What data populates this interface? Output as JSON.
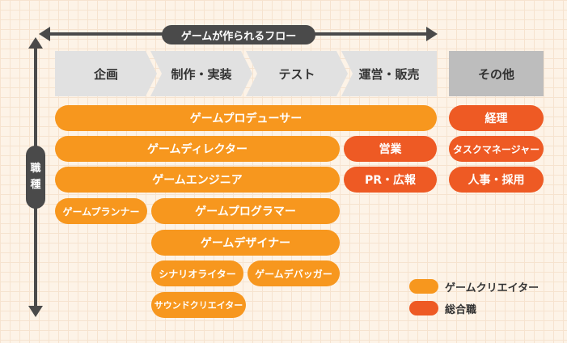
{
  "flow_label": "ゲームが作られるフロー",
  "axis_label_chars": [
    "職",
    "種"
  ],
  "phases": [
    "企画",
    "制作・実装",
    "テスト",
    "運営・販売",
    "その他"
  ],
  "roles": {
    "game_producer": "ゲームプロデューサー",
    "game_director": "ゲームディレクター",
    "game_engineer": "ゲームエンジニア",
    "game_planner": "ゲームプランナー",
    "game_programmer": "ゲームプログラマー",
    "game_designer": "ゲームデザイナー",
    "scenario_writer": "シナリオライター",
    "game_debugger": "ゲームデバッガー",
    "sound_creator": "サウンドクリエイター",
    "sales": "営業",
    "pr": "PR・広報",
    "accounting": "経理",
    "task_manager": "タスクマネージャー",
    "hr": "人事・採用"
  },
  "legend": [
    {
      "label": "ゲームクリエイター",
      "color": "#f7971e"
    },
    {
      "label": "総合職",
      "color": "#ee5a24"
    }
  ],
  "colors": {
    "creator": "#f7971e",
    "general": "#ee5a24",
    "axis": "#4a4a4a",
    "phase": "#e1e1e1",
    "phase_other": "#bdbdbd"
  }
}
